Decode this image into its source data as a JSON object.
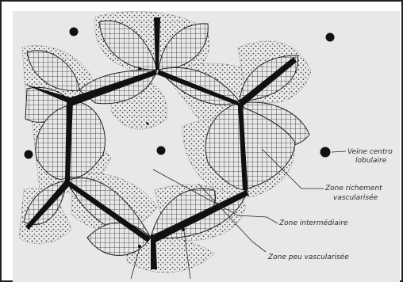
{
  "diagram": {
    "labels": {
      "veine_line1": "Veine centro",
      "veine_line2": "lobulaire",
      "zone_riche_line1": "Zone richement",
      "zone_riche_line2": "vascularisée",
      "zone_inter": "Zone intermédiaire",
      "zone_peu": "Zone peu vascularisée"
    },
    "colors": {
      "paper": "#e9e8e7",
      "ink": "#1e1e1e",
      "frame": "#222222"
    },
    "icon_names": [
      "central-vein-icon",
      "portal-triad-icon",
      "lobule-petal-icon"
    ]
  }
}
